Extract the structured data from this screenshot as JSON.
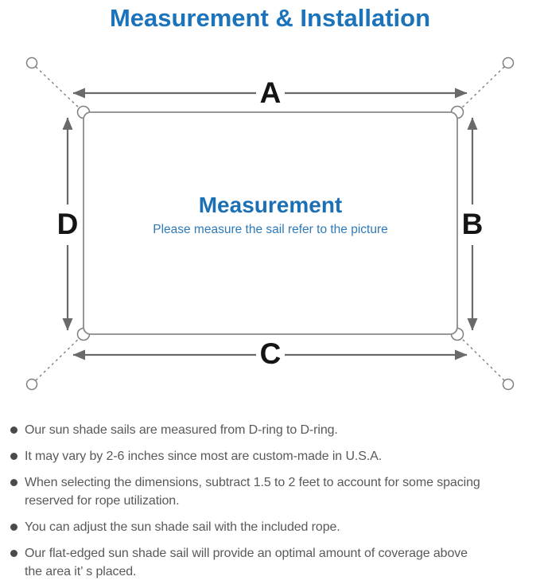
{
  "title": "Measurement & Installation",
  "diagram": {
    "labels": {
      "top": "A",
      "right": "B",
      "bottom": "C",
      "left": "D"
    },
    "center_title": "Measurement",
    "center_subtitle": "Please measure the sail refer to the picture"
  },
  "notes": {
    "items": [
      "Our sun shade sails are measured from D-ring to D-ring.",
      "It may vary by 2-6 inches since most are custom-made in U.S.A.",
      "When selecting the dimensions, subtract 1.5 to 2 feet to account for some spacing\nreserved for rope utilization.",
      "You can adjust the sun shade sail with the included rope.",
      "Our flat-edged sun shade sail will provide an optimal amount of coverage above\nthe area it’ s placed."
    ]
  },
  "theme": {
    "title_blue": "#1a73bb",
    "center_blue": "#1b6fb5",
    "subtitle_blue": "#2e7ab8",
    "line_gray": "#7f7f7f",
    "arrow_gray": "#6a6a6a",
    "label_black": "#141414",
    "note_gray": "#595959",
    "bullet_gray": "#4a4a4a",
    "background": "#ffffff"
  }
}
